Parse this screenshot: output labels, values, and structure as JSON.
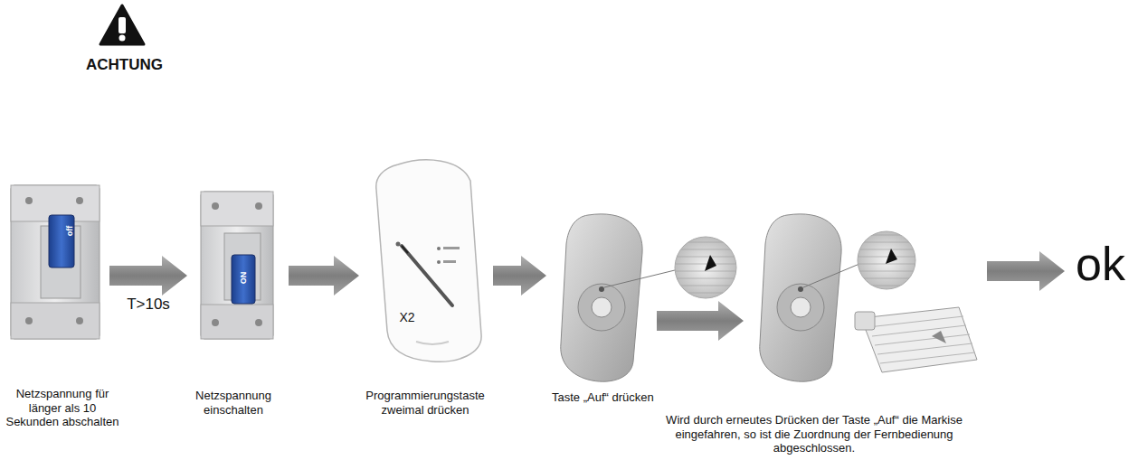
{
  "diagram": {
    "nodes": [
      {
        "text": [
          "off",
          "Netzspannung für länger als 10 Sekunden abschalten"
        ]
      },
      {
        "text": [
          "ON",
          "Netzspannung einschalten"
        ]
      },
      {
        "text": [
          "X2",
          "Programmierungstaste zweimal drücken"
        ]
      },
      {
        "text": [
          "Taste „Auf“ drücken"
        ]
      },
      {
        "text": [
          "Wird durch erneutes Drücken der Taste „Auf“ die Markise eingefahren, so ist die Zuordnung der Fernbedienung abgeschlossen."
        ]
      },
      {
        "text": [
          "ok"
        ]
      }
    ],
    "edges": [
      {
        "from": 0,
        "to": 1,
        "arrow": "to",
        "label": "T>10s"
      },
      {
        "from": 1,
        "to": 2,
        "arrow": "to"
      },
      {
        "from": 2,
        "to": 3,
        "arrow": "to"
      },
      {
        "from": 3,
        "to": 4,
        "arrow": "to"
      },
      {
        "from": 4,
        "to": 5,
        "arrow": "to"
      }
    ],
    "labels": [
      "ACHTUNG"
    ]
  }
}
